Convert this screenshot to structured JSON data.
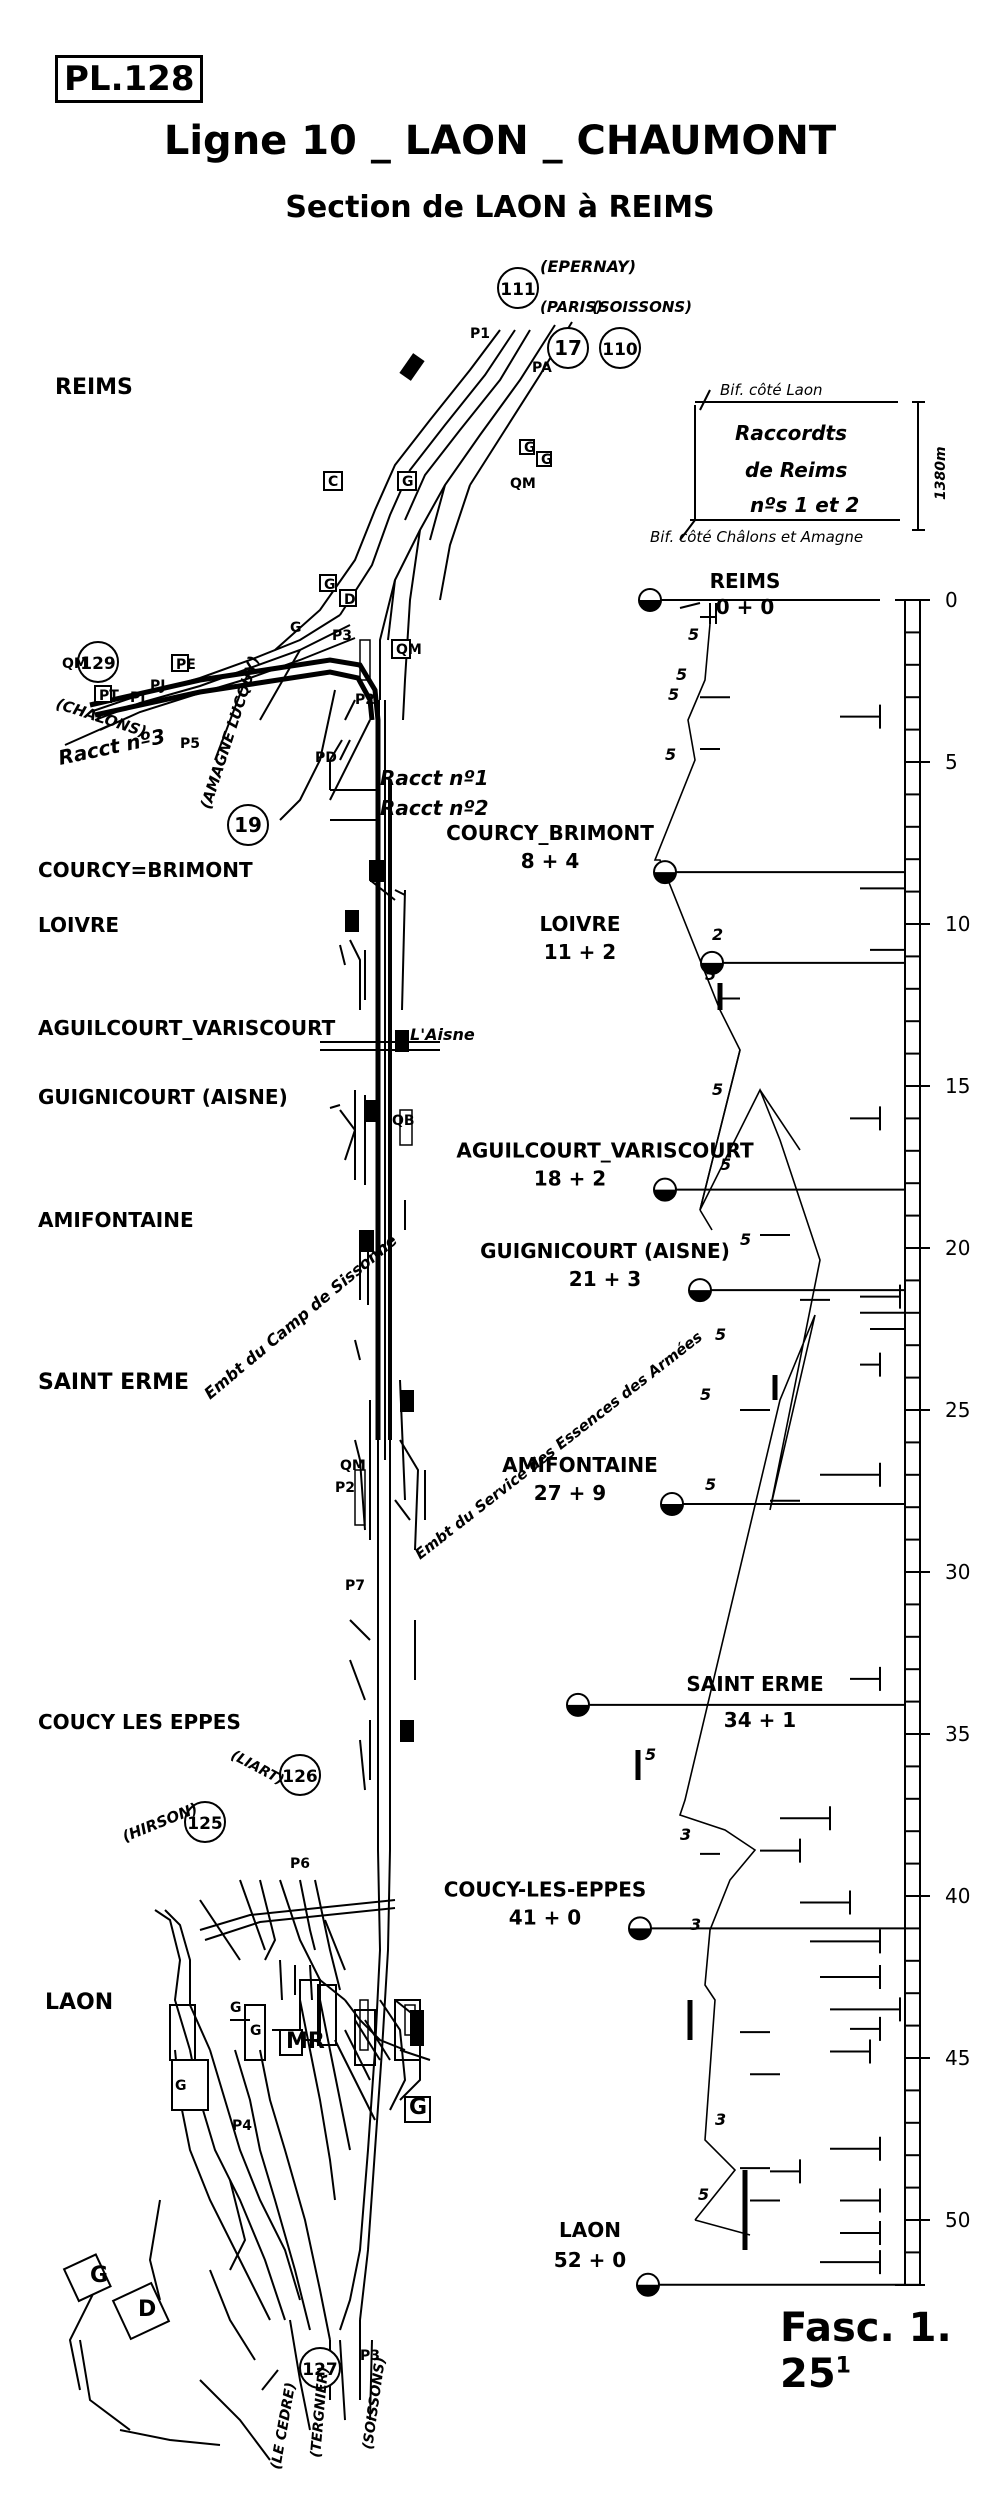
{
  "plate_ref": "PL.128",
  "title": "Ligne 10 _ LAON _ CHAUMONT",
  "subtitle": "Section de LAON à REIMS",
  "fascicle": "Fasc. 1. 25",
  "fascicle_sup": "1",
  "left_stations": [
    "REIMS",
    "COURCY=BRIMONT",
    "LOIVRE",
    "AGUILCOURT_VARISCOURT",
    "GUIGNICOURT (AISNE)",
    "AMIFONTAINE",
    "SAINT ERME",
    "COUCY LES EPPES",
    "LAON"
  ],
  "line_numbers": [
    "111",
    "17",
    "110",
    "129",
    "19",
    "126",
    "125",
    "127"
  ],
  "direction_labels": [
    "(EPERNAY)",
    "(PARIS)",
    "(SOISSONS)",
    "(CHALONS)",
    "(AMAGNE LUCQUY)",
    "(LIART)",
    "(HIRSON)",
    "(LE CEDRE)",
    "(TERGNIER)",
    "(SOISSONS)"
  ],
  "raccords": {
    "racc3": "Racct nº3",
    "racc1": "Racct nº1",
    "racc2": "Racct nº2",
    "box_line1": "Raccordts",
    "box_line2": "de Reims",
    "box_line3": "nºs 1 et 2",
    "bif_top": "Bif. côté Laon",
    "bif_bottom": "Bif. côté Châlons et Amagne",
    "length": "1380m"
  },
  "annotations": {
    "aisne": "L'Aisne",
    "camp": "Embt du Camp de Sissonne",
    "essences": "Embt du Service des Essences des Armées"
  },
  "signal_codes": [
    "P1",
    "PA",
    "QM",
    "C",
    "G",
    "G",
    "G",
    "G",
    "D",
    "PE",
    "PT",
    "QM",
    "P3",
    "G",
    "P2",
    "PD",
    "PI",
    "PJ",
    "P5",
    "QM",
    "QB",
    "QM",
    "P2",
    "P7",
    "P6",
    "G",
    "G",
    "G",
    "MR",
    "G",
    "P4",
    "P3",
    "G",
    "D"
  ],
  "profile": {
    "stations": [
      {
        "name": "REIMS",
        "pk": "0 + 0",
        "km": 0
      },
      {
        "name": "COURCY_BRIMONT",
        "pk": "8 + 4",
        "km": 8.4
      },
      {
        "name": "LOIVRE",
        "pk": "11 + 2",
        "km": 11.2
      },
      {
        "name": "AGUILCOURT_VARISCOURT",
        "pk": "18 + 2",
        "km": 18.2
      },
      {
        "name": "GUIGNICOURT (AISNE)",
        "pk": "21 + 3",
        "km": 21.3
      },
      {
        "name": "AMIFONTAINE",
        "pk": "27 + 9",
        "km": 27.9
      },
      {
        "name": "SAINT ERME",
        "pk": "34 + 1",
        "km": 34.1
      },
      {
        "name": "COUCY-LES-EPPES",
        "pk": "41 + 0",
        "km": 41
      },
      {
        "name": "LAON",
        "pk": "52 + 0",
        "km": 52
      }
    ],
    "scale_labels": [
      "0",
      "5",
      "10",
      "15",
      "20",
      "25",
      "30",
      "35",
      "40",
      "45",
      "50"
    ],
    "gradients": [
      "5",
      "5",
      "5",
      "5",
      "2",
      "5",
      "5",
      "5",
      "5",
      "5",
      "5",
      "5",
      "5",
      "3",
      "3",
      "3",
      "5"
    ]
  }
}
